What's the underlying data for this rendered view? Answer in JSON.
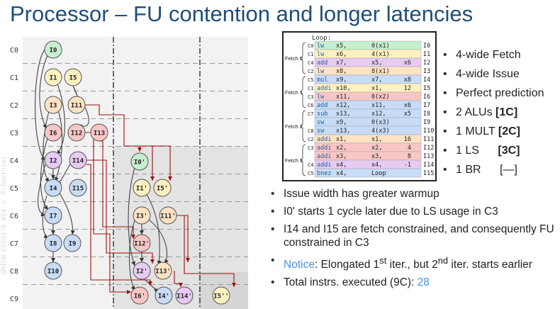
{
  "title": "Processor – FU contention and longer latencies",
  "watermark": "GMICH EECS470 W24 © P.Gauthier",
  "cycles": [
    "C0",
    "C1",
    "C2",
    "C3",
    "C4",
    "C5",
    "C6",
    "C7",
    "C8",
    "C9"
  ],
  "colors": {
    "title": "#1f4e79",
    "arrow": "#a01010",
    "accent_blue": "#4a90d9",
    "green": "#c6efce",
    "orange": "#fde2c4",
    "red": "#f9c6c6",
    "purple": "#e7cbf2",
    "blue": "#c8dcf7",
    "yellow": "#fdf1c2"
  },
  "nodes": [
    {
      "id": "n0",
      "label": "I0",
      "color": "green"
    },
    {
      "id": "n1",
      "label": "I1",
      "color": "yellow"
    },
    {
      "id": "n2",
      "label": "I5",
      "color": "yellow"
    },
    {
      "id": "n3",
      "label": "I3",
      "color": "orange"
    },
    {
      "id": "n4",
      "label": "I11",
      "color": "orange"
    },
    {
      "id": "n5",
      "label": "I6",
      "color": "red"
    },
    {
      "id": "n6",
      "label": "I12",
      "color": "red"
    },
    {
      "id": "n7",
      "label": "I13",
      "color": "red"
    },
    {
      "id": "n8",
      "label": "I2",
      "color": "purple"
    },
    {
      "id": "n9",
      "label": "I14",
      "color": "purple"
    },
    {
      "id": "n10",
      "label": "I0'",
      "color": "green"
    },
    {
      "id": "n11",
      "label": "I4",
      "color": "blue"
    },
    {
      "id": "n12",
      "label": "I15",
      "color": "blue"
    },
    {
      "id": "n13",
      "label": "I1'",
      "color": "yellow"
    },
    {
      "id": "n14",
      "label": "I5'",
      "color": "yellow"
    },
    {
      "id": "n15",
      "label": "I7",
      "color": "blue"
    },
    {
      "id": "n16",
      "label": "I3'",
      "color": "orange"
    },
    {
      "id": "n17",
      "label": "I11'",
      "color": "orange"
    },
    {
      "id": "n18",
      "label": "I8",
      "color": "blue"
    },
    {
      "id": "n19",
      "label": "I9",
      "color": "blue"
    },
    {
      "id": "n20",
      "label": "I12'",
      "color": "red"
    },
    {
      "id": "n21",
      "label": "I10",
      "color": "blue"
    },
    {
      "id": "n22",
      "label": "I2'",
      "color": "purple"
    },
    {
      "id": "n23",
      "label": "I13'",
      "color": "orange"
    },
    {
      "id": "n24",
      "label": "I6'",
      "color": "red"
    },
    {
      "id": "n25",
      "label": "I4'",
      "color": "blue"
    },
    {
      "id": "n26",
      "label": "I14'",
      "color": "purple"
    },
    {
      "id": "n27",
      "label": "I5''",
      "color": "yellow"
    }
  ],
  "code": {
    "loop_label": "Loop:",
    "groups": [
      {
        "label": "Fetch 0",
        "cycles": [
          "C0",
          "C1",
          "C2",
          "C3"
        ]
      },
      {
        "label": "Fetch 1",
        "cycles": [
          "C4",
          "C5",
          "C6",
          "C7"
        ]
      },
      {
        "label": "Fetch 2",
        "cycles": [
          "C8",
          "C1",
          "C2",
          "C3"
        ]
      },
      {
        "label": "Fetch 3",
        "cycles": [
          "C4",
          "C5",
          "C6",
          "C7"
        ]
      }
    ],
    "row_cycles": [
      "C0",
      "C1",
      "C4",
      "C2",
      "C5",
      "C1",
      "C3",
      "C6",
      "C7",
      "",
      "C8",
      "C2",
      "C3",
      "",
      "C4",
      "C5"
    ],
    "rows": [
      {
        "op": "lw",
        "a": "x5,",
        "b": "0(x1)",
        "c": "",
        "id": "I0",
        "color": "green"
      },
      {
        "op": "lw",
        "a": "x6,",
        "b": "4(x1)",
        "c": "",
        "id": "I1",
        "color": "yellow"
      },
      {
        "op": "add",
        "a": "x7,",
        "b": "x5,",
        "c": "x6",
        "id": "I2",
        "color": "purple"
      },
      {
        "op": "lw",
        "a": "x8,",
        "b": "8(x1)",
        "c": "",
        "id": "I3",
        "color": "orange"
      },
      {
        "op": "mul",
        "a": "x9,",
        "b": "x7,",
        "c": "x8",
        "id": "I4",
        "color": "blue"
      },
      {
        "op": "addi",
        "a": "x10,",
        "b": "x1,",
        "c": "12",
        "id": "I5",
        "color": "yellow"
      },
      {
        "op": "lw",
        "a": "x11,",
        "b": "0(x2)",
        "c": "",
        "id": "I6",
        "color": "red"
      },
      {
        "op": "add",
        "a": "x12,",
        "b": "x11,",
        "c": "x6",
        "id": "I7",
        "color": "blue"
      },
      {
        "op": "sub",
        "a": "x13,",
        "b": "x12,",
        "c": "x5",
        "id": "I8",
        "color": "blue"
      },
      {
        "op": "sw",
        "a": "x9,",
        "b": "0(x3)",
        "c": "",
        "id": "I9",
        "color": "blue"
      },
      {
        "op": "sw",
        "a": "x13,",
        "b": "4(x3)",
        "c": "",
        "id": "I10",
        "color": "blue"
      },
      {
        "op": "addi",
        "a": "x1,",
        "b": "x1,",
        "c": "16",
        "id": "I11",
        "color": "orange"
      },
      {
        "op": "addi",
        "a": "x2,",
        "b": "x2,",
        "c": "4",
        "id": "I12",
        "color": "red"
      },
      {
        "op": "addi",
        "a": "x3,",
        "b": "x3,",
        "c": "8",
        "id": "I13",
        "color": "red"
      },
      {
        "op": "addi",
        "a": "x4,",
        "b": "x4,",
        "c": "-1",
        "id": "I14",
        "color": "purple"
      },
      {
        "op": "bnez",
        "a": "x4,",
        "b": "Loop",
        "c": "",
        "id": "I15",
        "color": "blue"
      }
    ]
  },
  "specs": [
    {
      "text": "4-wide Fetch",
      "latency": ""
    },
    {
      "text": "4-wide Issue",
      "latency": ""
    },
    {
      "text": "Perfect prediction",
      "latency": ""
    },
    {
      "text": "2 ALUs ",
      "latency": "[1C]"
    },
    {
      "text": "1 MULT ",
      "latency": "[2C]"
    },
    {
      "text": "1 LS ",
      "latency": "[3C]"
    },
    {
      "text": "1 BR ",
      "latency": "[—]"
    }
  ],
  "notes": [
    {
      "text": "Issue width has greater warmup"
    },
    {
      "text": "I0' starts 1 cycle later due to LS usage in C3"
    },
    {
      "text": "I14 and I15 are fetch constrained, and consequently FU constrained in C3"
    },
    {
      "text_blue": "Notice",
      "text_pre": ": Elongated 1",
      "sup1": "st",
      "text_mid": " iter., but 2",
      "sup2": "nd",
      "text_post": " iter. starts earlier"
    },
    {
      "text_pre": "Total instrs. executed (9C): ",
      "text_blue": "28"
    }
  ]
}
